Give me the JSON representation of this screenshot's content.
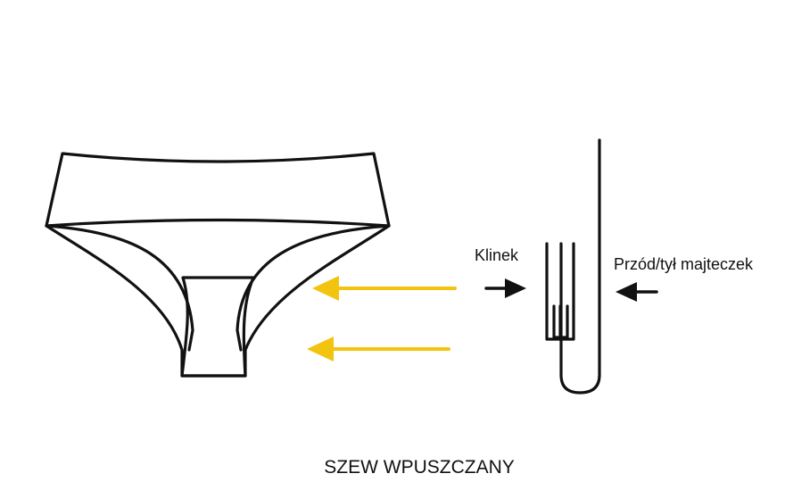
{
  "labels": {
    "gusset": "Klinek",
    "front_back": "Przód/tył majteczek",
    "caption": "SZEW WPUSZCZANY"
  },
  "icons": {
    "briefs": "briefs-outline-icon",
    "seam": "seam-cross-section-icon",
    "pointer": "arrow-left-icon",
    "push_right": "arrow-right-icon",
    "push_left": "arrow-left-icon"
  },
  "colors": {
    "line": "#111111",
    "highlight_arrow": "#F2C40F",
    "background": "#FFFFFF"
  }
}
